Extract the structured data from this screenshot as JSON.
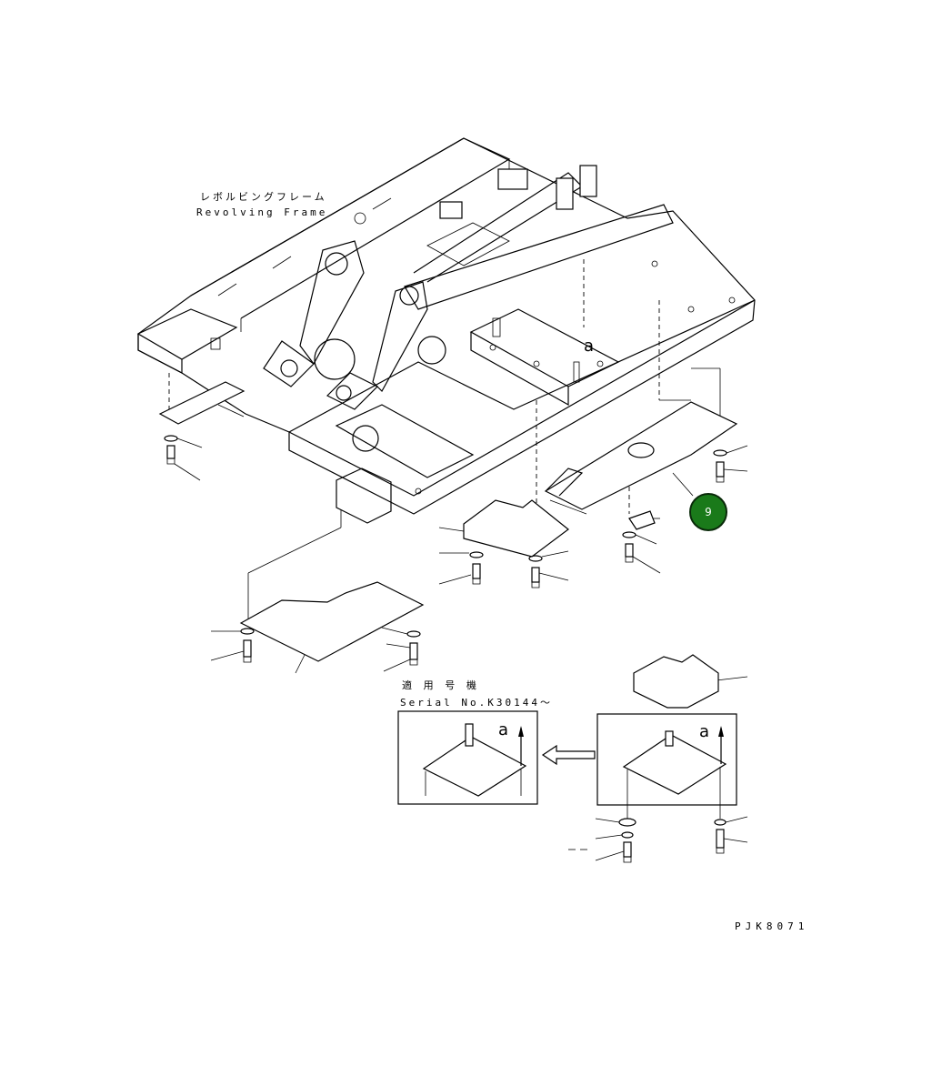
{
  "labels": {
    "title_jp": "レボルビングフレーム",
    "title_en": "Revolving Frame",
    "serial_jp": "適 用 号 機",
    "serial_en": "Serial No.K30144～",
    "drawing_code": "PJK8071",
    "view_marker": "a",
    "callout_number": "9"
  },
  "colors": {
    "callout_fill": "#1a7a1a",
    "line": "#000000",
    "background": "#ffffff"
  }
}
